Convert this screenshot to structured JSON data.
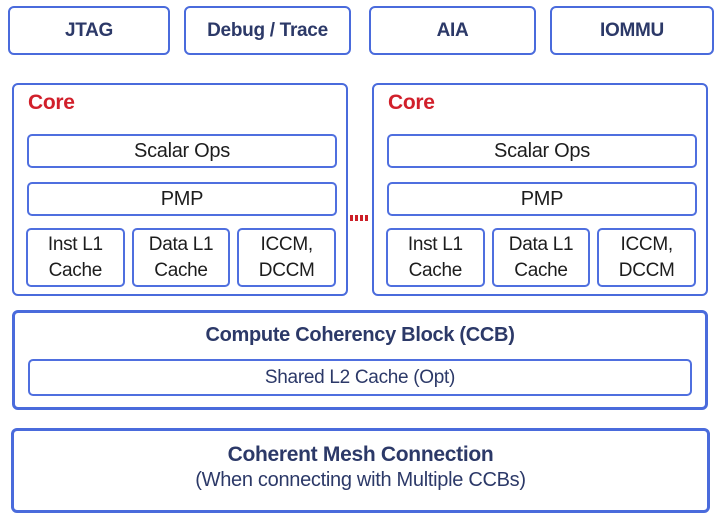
{
  "colors": {
    "border_blue": "#4a6bdc",
    "inner_border_blue": "#4f6fdf",
    "navy_text": "#2c3968",
    "black_text": "#1d1d1d",
    "red_accent": "#d1202b",
    "background": "#ffffff"
  },
  "top_row": [
    "JTAG",
    "Debug / Trace",
    "AIA",
    "IOMMU"
  ],
  "cores": [
    {
      "label": "Core",
      "scalar_ops": "Scalar Ops",
      "pmp": "PMP",
      "caches": [
        [
          "Inst L1",
          "Cache"
        ],
        [
          "Data L1",
          "Cache"
        ],
        [
          "ICCM,",
          "DCCM"
        ]
      ]
    },
    {
      "label": "Core",
      "scalar_ops": "Scalar Ops",
      "pmp": "PMP",
      "caches": [
        [
          "Inst L1",
          "Cache"
        ],
        [
          "Data L1",
          "Cache"
        ],
        [
          "ICCM,",
          "DCCM"
        ]
      ]
    }
  ],
  "core_interconnect": {
    "icon": "red-dash-marks",
    "color": "#cc1f28"
  },
  "ccb": {
    "title": "Compute Coherency Block (CCB)",
    "shared_l2": "Shared L2 Cache (Opt)"
  },
  "mesh": {
    "title": "Coherent Mesh Connection",
    "subtitle": "(When connecting with Multiple CCBs)"
  }
}
